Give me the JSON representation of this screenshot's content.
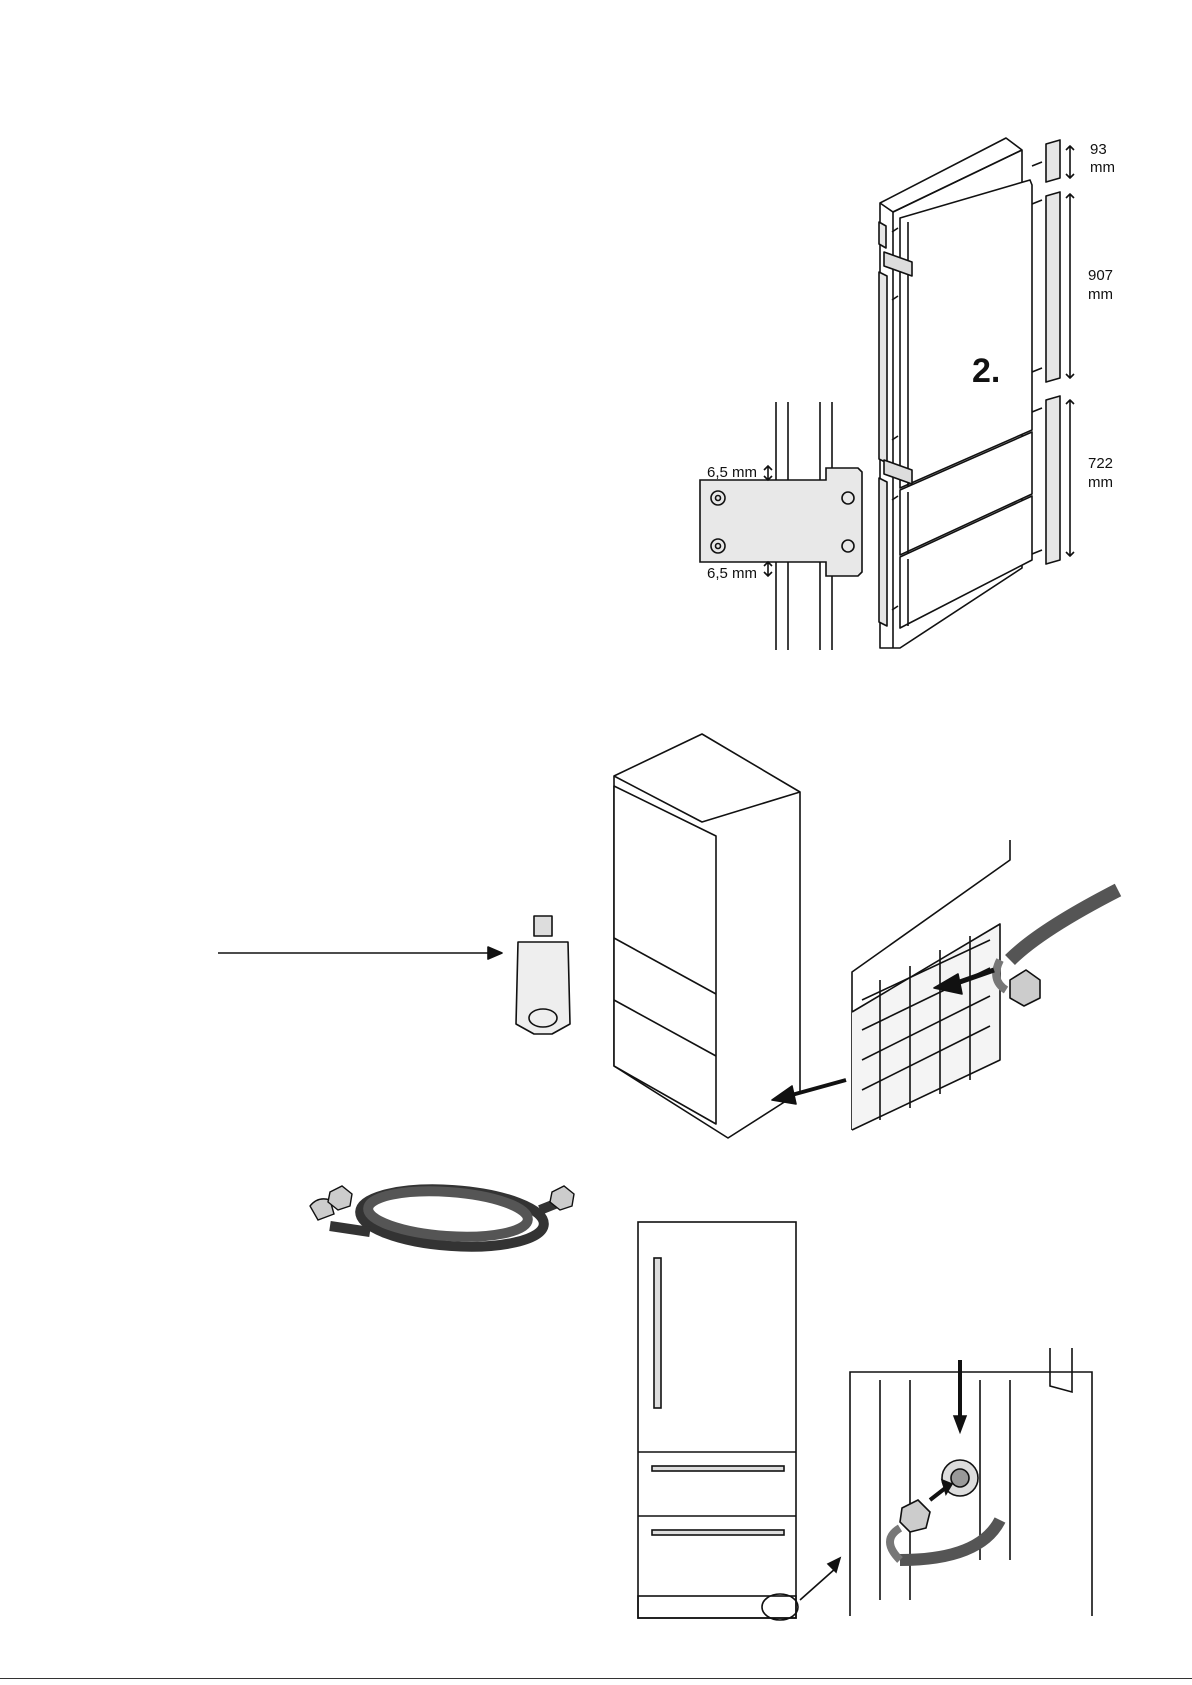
{
  "figure_top": {
    "step_label": "2.",
    "dimensions": [
      {
        "value": "93",
        "unit": "mm"
      },
      {
        "value": "907",
        "unit": "mm"
      },
      {
        "value": "722",
        "unit": "mm"
      }
    ],
    "gap_top": "6,5 mm",
    "gap_bottom": "6,5 mm"
  }
}
